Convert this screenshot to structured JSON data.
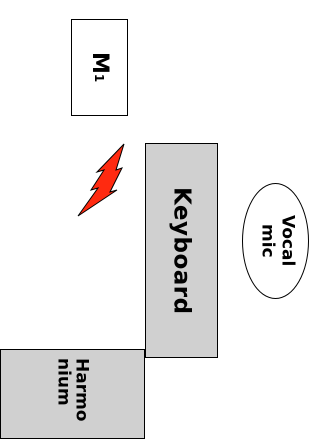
{
  "diagram": {
    "nodes": {
      "m1": {
        "main": "M",
        "sub": "1"
      },
      "keyboard": {
        "label": "Keyboard"
      },
      "vocal_mic": {
        "label": "Vocal mic"
      },
      "harmonium": {
        "label": "Harmonium"
      }
    },
    "colors": {
      "box_gray": "#d0d0d0",
      "border": "#000000",
      "bolt_fill": "#ff2a10"
    },
    "icons": {
      "bolt": "lightning-bolt-icon"
    }
  }
}
